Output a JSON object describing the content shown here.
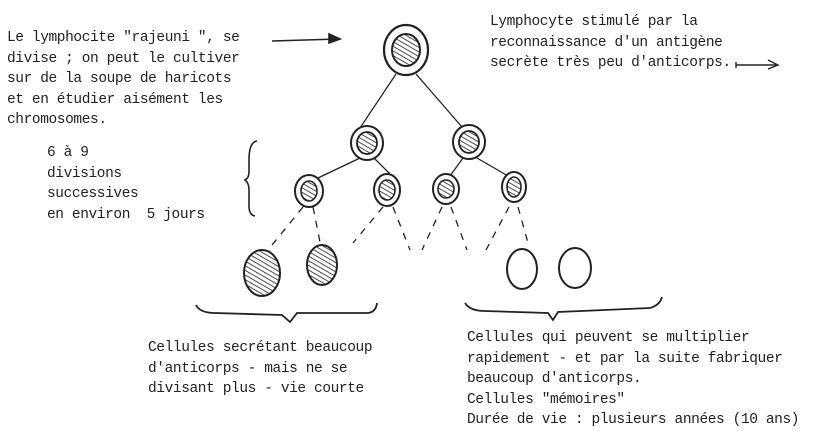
{
  "left_note": {
    "lines": [
      "Le lymphocite \"rajeuni \", se",
      "divise ; on peut le cultiver",
      "sur de la soupe de haricots",
      "et en étudier aisément les",
      "chromosomes."
    ]
  },
  "right_note": {
    "lines": [
      "Lymphocyte stimulé par la",
      "reconnaissance d'un antigène",
      "secrète très peu d'anticorps."
    ]
  },
  "divisions_note": {
    "lines": [
      "6 à 9",
      "divisions",
      "successives",
      "en environ  5 jours"
    ]
  },
  "plasma_cells_note": {
    "lines": [
      "Cellules secrétant beaucoup",
      "d'anticorps - mais ne se",
      "divisant plus - vie courte"
    ]
  },
  "memory_cells_note": {
    "lines": [
      "Cellules qui peuvent se multiplier",
      "rapidement - et par la suite fabriquer",
      "beaucoup d'anticorps.",
      "Cellules \"mémoires\"",
      "Durée de vie : plusieurs années (10 ans)"
    ]
  },
  "colors": {
    "ink": "#222222",
    "background": "#ffffff"
  }
}
